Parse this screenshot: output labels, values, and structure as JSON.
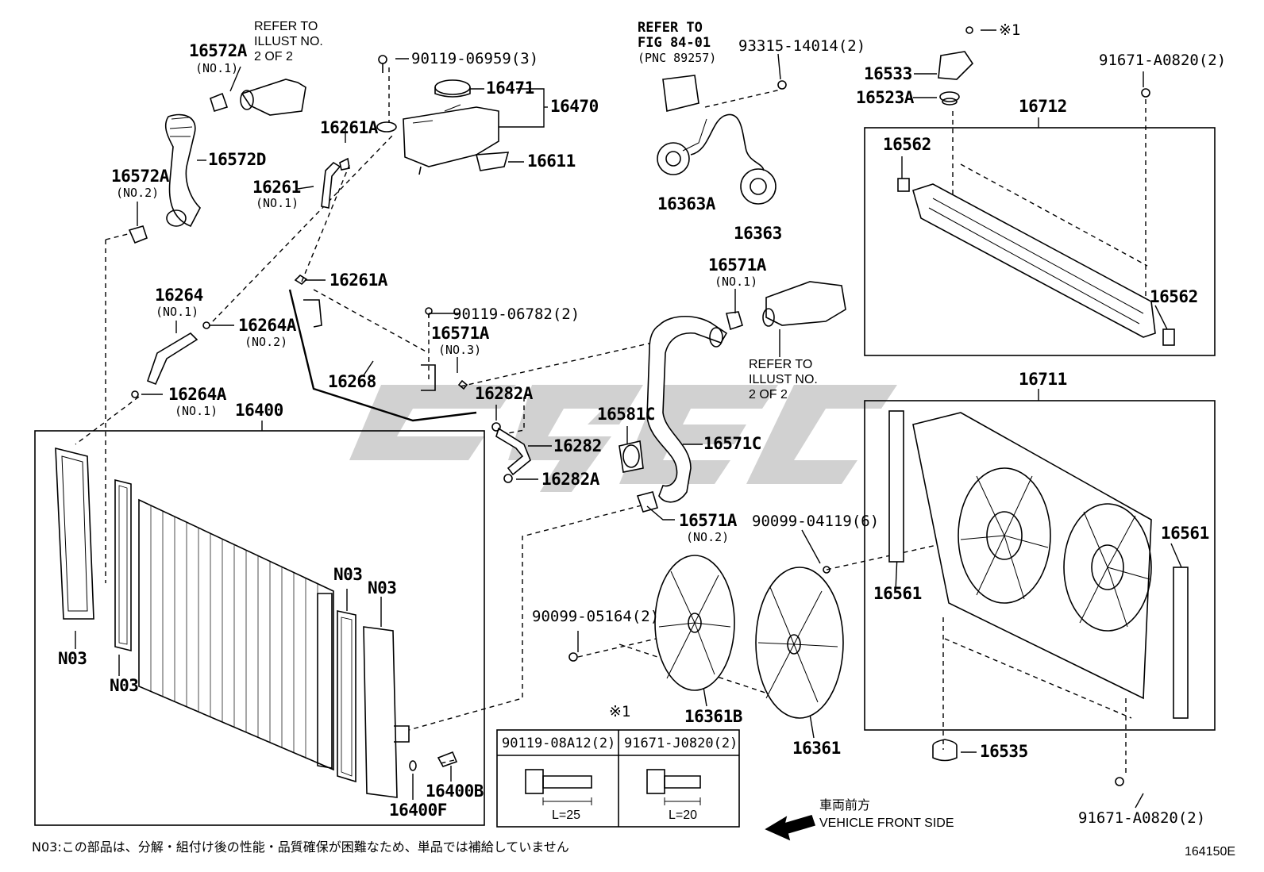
{
  "diagram": {
    "code": "164150E",
    "footnote": "N03:この部品は、分解・組付け後の性能・品質確保が困難なため、単品では補給していません",
    "direction": {
      "jp": "車両前方",
      "en": "VEHICLE FRONT SIDE"
    },
    "mark": "※1",
    "bolt_table": {
      "mark": "※1",
      "col1": {
        "part": "90119-08A12(2)",
        "length": "L=25"
      },
      "col2": {
        "part": "91671-J0820(2)",
        "length": "L=20"
      }
    },
    "refs": {
      "illust1": [
        "REFER TO",
        "ILLUST NO.",
        "2 OF 2"
      ],
      "illust2": [
        "REFER TO",
        "ILLUST NO.",
        "2 OF 2"
      ],
      "fig": [
        "REFER TO",
        "FIG 84-01",
        "(PNC 89257)"
      ]
    },
    "parts": {
      "p16572A_1": {
        "num": "16572A",
        "sub": "(NO.1)"
      },
      "p16572D": {
        "num": "16572D"
      },
      "p16572A_2": {
        "num": "16572A",
        "sub": "(NO.2)"
      },
      "p90119_06959": {
        "num": "90119-06959(3)"
      },
      "p16471": {
        "num": "16471"
      },
      "p16470": {
        "num": "16470"
      },
      "p16261A_top": {
        "num": "16261A"
      },
      "p16611": {
        "num": "16611"
      },
      "p16261": {
        "num": "16261",
        "sub": "(NO.1)"
      },
      "p16261A_mid": {
        "num": "16261A"
      },
      "p16264": {
        "num": "16264",
        "sub": "(NO.1)"
      },
      "p16264A_2": {
        "num": "16264A",
        "sub": "(NO.2)"
      },
      "p90119_06782": {
        "num": "90119-06782(2)"
      },
      "p16571A_3": {
        "num": "16571A",
        "sub": "(NO.3)"
      },
      "p16268": {
        "num": "16268"
      },
      "p16264A_1": {
        "num": "16264A",
        "sub": "(NO.1)"
      },
      "p16282A_top": {
        "num": "16282A"
      },
      "p16282": {
        "num": "16282"
      },
      "p16282A_bot": {
        "num": "16282A"
      },
      "p16400": {
        "num": "16400"
      },
      "p16581C": {
        "num": "16581C"
      },
      "p16571C": {
        "num": "16571C"
      },
      "p16571A_1": {
        "num": "16571A",
        "sub": "(NO.1)"
      },
      "p16571A_2": {
        "num": "16571A",
        "sub": "(NO.2)"
      },
      "p93315": {
        "num": "93315-14014(2)"
      },
      "p16363A": {
        "num": "16363A"
      },
      "p16363": {
        "num": "16363"
      },
      "p16533": {
        "num": "16533"
      },
      "p16523A": {
        "num": "16523A"
      },
      "p91671_top": {
        "num": "91671-A0820(2)"
      },
      "p16712": {
        "num": "16712"
      },
      "p16562_a": {
        "num": "16562"
      },
      "p16562_b": {
        "num": "16562"
      },
      "p16711": {
        "num": "16711"
      },
      "p16561_a": {
        "num": "16561"
      },
      "p16561_b": {
        "num": "16561"
      },
      "p90099_04119": {
        "num": "90099-04119(6)"
      },
      "p90099_05164": {
        "num": "90099-05164(2)"
      },
      "p16361B": {
        "num": "16361B"
      },
      "p16361": {
        "num": "16361"
      },
      "p16535": {
        "num": "16535"
      },
      "p91671_bot": {
        "num": "91671-A0820(2)"
      },
      "p16400F": {
        "num": "16400F"
      },
      "p16400B": {
        "num": "16400B"
      },
      "n03_a": {
        "num": "N03"
      },
      "n03_b": {
        "num": "N03"
      },
      "n03_c": {
        "num": "N03"
      },
      "n03_d": {
        "num": "N03"
      }
    }
  }
}
